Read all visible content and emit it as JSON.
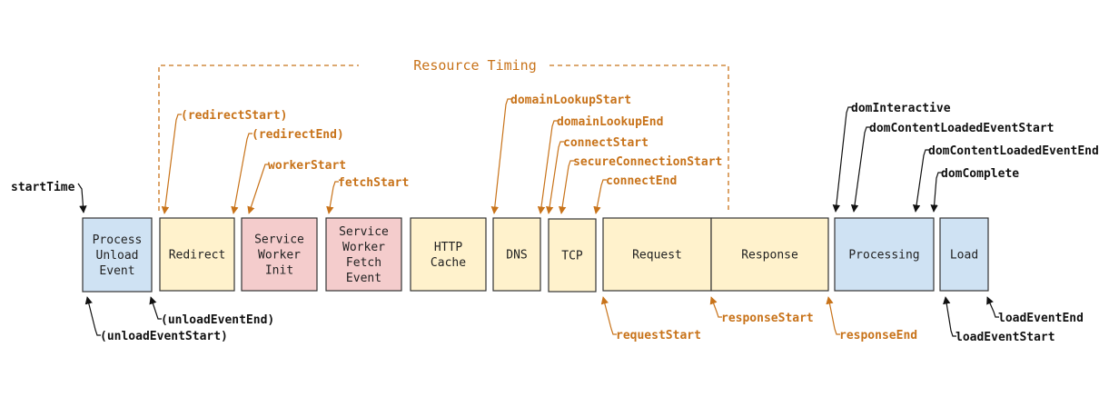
{
  "title": "Resource Timing",
  "colors": {
    "orange": "#c8731a",
    "black": "#111111",
    "blue_fill": "#cfe2f3",
    "yellow_fill": "#fff2cc",
    "pink_fill": "#f4cccc",
    "box_stroke": "#333333"
  },
  "phases": {
    "process_unload_event": [
      "Process",
      "Unload",
      "Event"
    ],
    "redirect": [
      "Redirect"
    ],
    "service_worker_init": [
      "Service",
      "Worker",
      "Init"
    ],
    "service_worker_fetch_event": [
      "Service",
      "Worker",
      "Fetch",
      "Event"
    ],
    "http_cache": [
      "HTTP",
      "Cache"
    ],
    "dns": [
      "DNS"
    ],
    "tcp": [
      "TCP"
    ],
    "request": [
      "Request"
    ],
    "response": [
      "Response"
    ],
    "processing": [
      "Processing"
    ],
    "load": [
      "Load"
    ]
  },
  "labels": {
    "start_time": "startTime",
    "redirect_start": "(redirectStart)",
    "redirect_end": "(redirectEnd)",
    "worker_start": "workerStart",
    "fetch_start": "fetchStart",
    "domain_lookup_start": "domainLookupStart",
    "domain_lookup_end": "domainLookupEnd",
    "connect_start": "connectStart",
    "secure_connection_start": "secureConnectionStart",
    "connect_end": "connectEnd",
    "dom_interactive": "domInteractive",
    "dom_content_loaded_event_start": "domContentLoadedEventStart",
    "dom_content_loaded_event_end": "domContentLoadedEventEnd",
    "dom_complete": "domComplete",
    "unload_event_end": "(unloadEventEnd)",
    "unload_event_start": "(unloadEventStart)",
    "request_start": "requestStart",
    "response_start": "responseStart",
    "response_end": "responseEnd",
    "load_event_end": "loadEventEnd",
    "load_event_start": "loadEventStart"
  }
}
